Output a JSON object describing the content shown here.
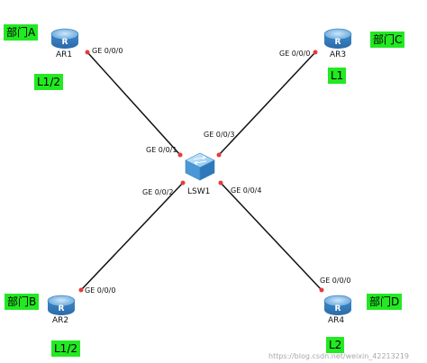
{
  "devices": {
    "ar1": {
      "name": "AR1",
      "icon": "router-icon"
    },
    "ar2": {
      "name": "AR2",
      "icon": "router-icon"
    },
    "ar3": {
      "name": "AR3",
      "icon": "router-icon"
    },
    "ar4": {
      "name": "AR4",
      "icon": "router-icon"
    },
    "lsw1": {
      "name": "LSW1",
      "icon": "switch-icon"
    }
  },
  "ports": {
    "ar1_g000": "GE 0/0/0",
    "ar3_g000": "GE 0/0/0",
    "ar2_g000": "GE 0/0/0",
    "ar4_g000": "GE 0/0/0",
    "lsw1_g001": "GE 0/0/1",
    "lsw1_g002": "GE 0/0/2",
    "lsw1_g003": "GE 0/0/3",
    "lsw1_g004": "GE 0/0/4"
  },
  "dept_tags": {
    "a": "部门A",
    "b": "部门B",
    "c": "部门C",
    "d": "部门D"
  },
  "level_tags": {
    "ar1": "L1/2",
    "ar2": "L1/2",
    "ar3": "L1",
    "ar4": "L2"
  },
  "watermark": "https://blog.csdn.net/weixin_42213219",
  "colors": {
    "tag_bg": "#22e922",
    "link": "#111111",
    "port_dot": "#e83a3a",
    "router_body": "#5aa3dc"
  }
}
